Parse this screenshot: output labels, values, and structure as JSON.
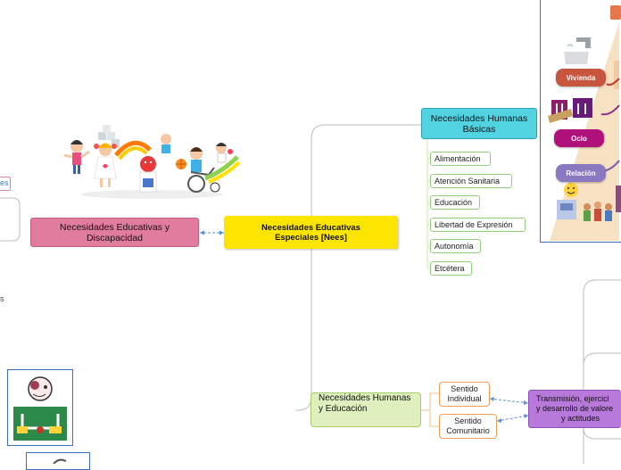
{
  "main_topic": {
    "line1": "Necesidades Educativas",
    "line2": "Especiales [Nees]"
  },
  "left_topic": {
    "line1": "Necesidades Educativas y",
    "line2": "Discapacidad"
  },
  "basic_needs": {
    "line1": "Necesidades Humanas",
    "line2": "Básicas"
  },
  "basic_needs_items": [
    "Alimentación",
    "Atención Sanitaria",
    "Educación",
    "Libertad de Expresión",
    "Autonomía",
    "Etcétera"
  ],
  "education_topic": {
    "line1": "Necesidades Humanas",
    "line2": "y Educación"
  },
  "sentido_individual": {
    "line1": "Sentido",
    "line2": "Individual"
  },
  "sentido_comunitario": {
    "line1": "Sentido",
    "line2": "Comunitario"
  },
  "transmission": {
    "line1": "Transmisión, ejercici",
    "line2": "y desarrollo de valore",
    "line3": "y actitudes"
  },
  "needs_image_labels": {
    "vivienda": "Vivienda",
    "ocio": "Ocio",
    "relacion": "Relación"
  },
  "left_edge_fragments": {
    "top": "es",
    "bottom": "s"
  },
  "colors": {
    "main": "#fde500",
    "pink": "#e27c9e",
    "cyan": "#52d3e1",
    "green": "#dff0bf",
    "purple": "#b779da",
    "panel_border": "#3a6fbf"
  }
}
